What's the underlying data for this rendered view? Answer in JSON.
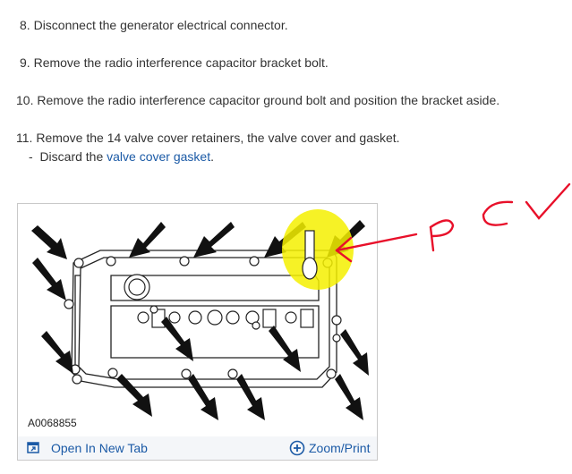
{
  "steps": [
    {
      "number": "8.",
      "text": "Disconnect the generator electrical connector."
    },
    {
      "number": "9.",
      "text": "Remove the radio interference capacitor bracket bolt."
    },
    {
      "number": "10.",
      "text": "Remove the radio interference capacitor ground bolt and position the bracket aside."
    },
    {
      "number": "11.",
      "text": "Remove the 14 valve cover retainers, the valve cover and gasket."
    }
  ],
  "substep": {
    "prefix": "-  Discard the ",
    "link": "valve cover gasket",
    "suffix": "."
  },
  "figure": {
    "id": "A0068855",
    "open_label": "Open In New Tab",
    "zoom_label": "Zoom/Print",
    "open_icon": "open-new-tab-icon",
    "zoom_icon": "plus-circle-icon"
  },
  "annotation": {
    "text": "PCV",
    "highlight_color": "#f5f000",
    "ink_color": "#e8102a"
  },
  "colors": {
    "link": "#1b5aa6",
    "text": "#333333"
  }
}
